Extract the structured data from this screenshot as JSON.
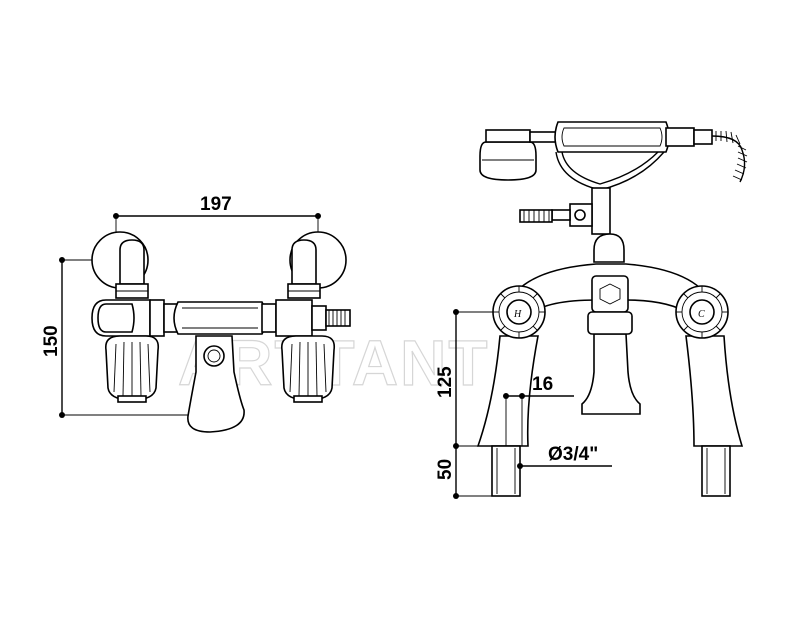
{
  "dimensions": {
    "width_label": "197",
    "height_label": "150",
    "tap_height_label": "125",
    "pillar_label": "16",
    "base_height_label": "50",
    "thread_label": "Ø3/4\""
  },
  "handle_marks": {
    "hot": "H",
    "cold": "C"
  },
  "watermark": "ARTTANT"
}
